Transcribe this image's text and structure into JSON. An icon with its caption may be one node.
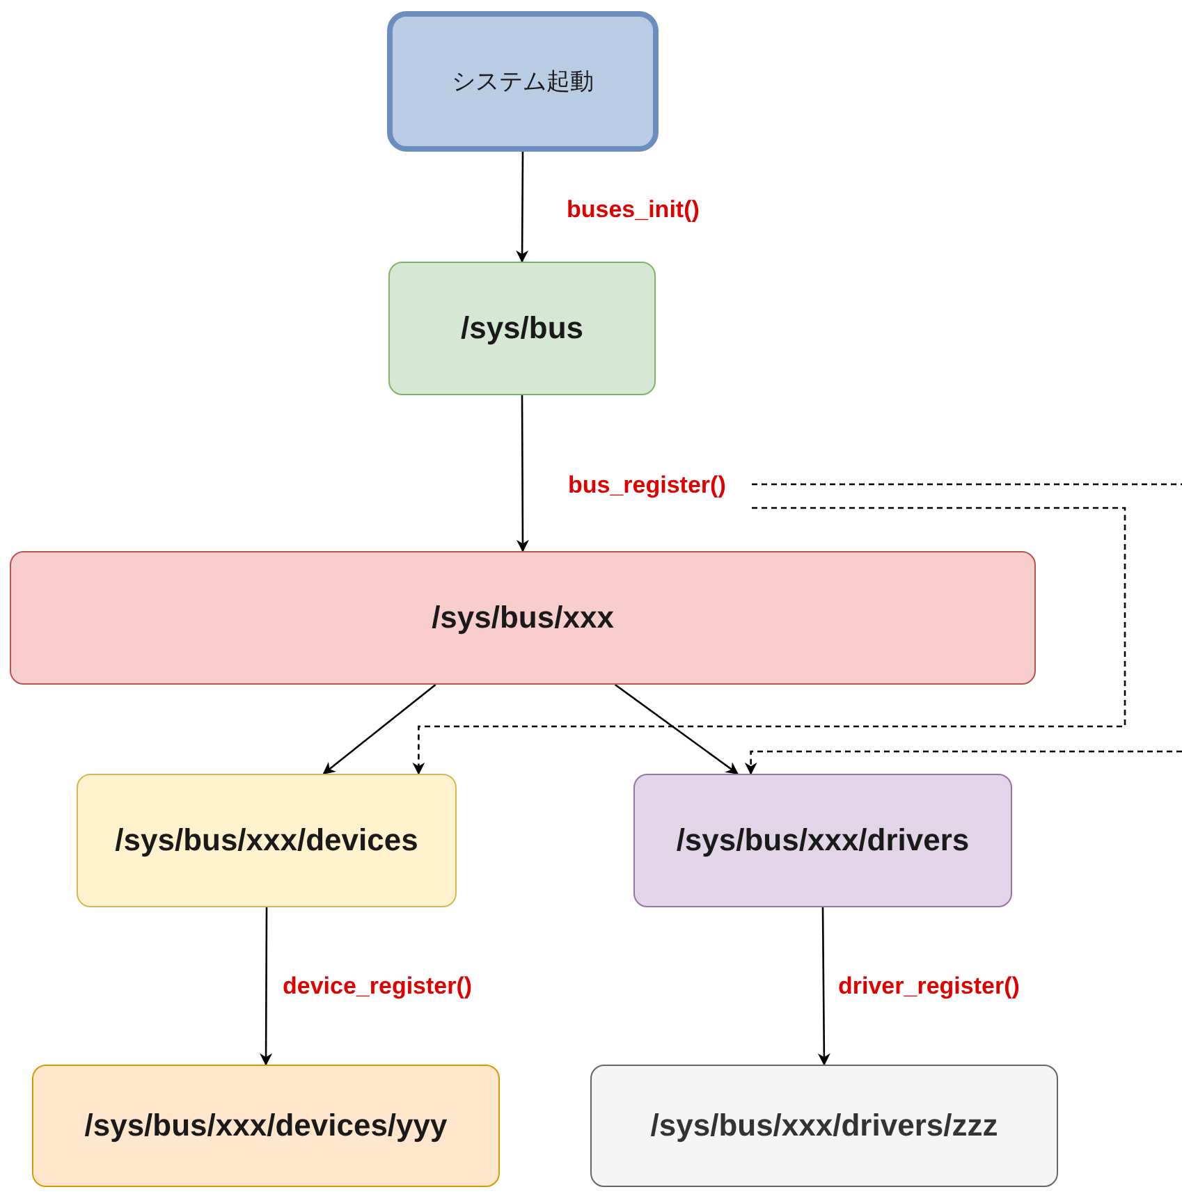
{
  "diagram": {
    "nodes": [
      {
        "text": [
          "システム起動"
        ]
      },
      {
        "text": [
          "/sys/bus"
        ]
      },
      {
        "text": [
          "/sys/bus/xxx"
        ]
      },
      {
        "text": [
          "/sys/bus/xxx/devices"
        ]
      },
      {
        "text": [
          "/sys/bus/xxx/drivers"
        ]
      },
      {
        "text": [
          "/sys/bus/xxx/devices/yyy"
        ]
      },
      {
        "text": [
          "/sys/bus/xxx/drivers/zzz"
        ]
      }
    ],
    "edges": [
      {
        "from": 0,
        "to": 1,
        "arrow": "to",
        "label": "buses_init()"
      },
      {
        "from": 1,
        "to": 2,
        "arrow": "to",
        "label": "bus_register()"
      },
      {
        "from": 2,
        "to": 3,
        "arrow": "to"
      },
      {
        "from": 2,
        "to": 4,
        "arrow": "to"
      },
      {
        "from": 3,
        "to": 5,
        "arrow": "to",
        "label": "device_register()"
      },
      {
        "from": 4,
        "to": 6,
        "arrow": "to",
        "label": "driver_register()"
      },
      {
        "from": null,
        "to": 3,
        "arrow": "to",
        "style": "dashed"
      },
      {
        "from": null,
        "to": 4,
        "arrow": "to",
        "style": "dashed"
      }
    ]
  }
}
